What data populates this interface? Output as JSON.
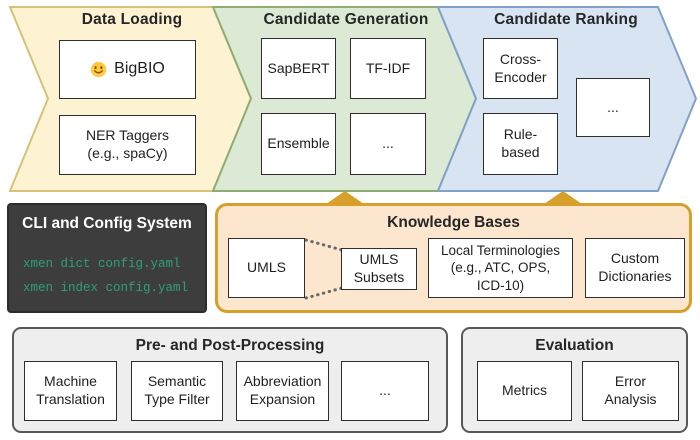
{
  "pipeline": {
    "stages": [
      {
        "title": "Data Loading",
        "fill": "#fdf2d2",
        "border": "#d9c078",
        "items": [
          {
            "label": "BigBIO",
            "icon": "hugging-face-emoji"
          },
          {
            "label": "NER Taggers\n(e.g., spaCy)"
          }
        ]
      },
      {
        "title": "Candidate Generation",
        "fill": "#dcead5",
        "border": "#8fac72",
        "items": [
          {
            "label": "SapBERT"
          },
          {
            "label": "TF-IDF"
          },
          {
            "label": "Ensemble"
          },
          {
            "label": "..."
          }
        ]
      },
      {
        "title": "Candidate Ranking",
        "fill": "#d8e4f2",
        "border": "#82a1c7",
        "items": [
          {
            "label": "Cross-\nEncoder"
          },
          {
            "label": "Rule-\nbased"
          },
          {
            "label": "..."
          }
        ]
      }
    ]
  },
  "cli_panel": {
    "title": "CLI and Config System",
    "background": "#3d3d3d",
    "command_color": "#2ea077",
    "commands": [
      "xmen dict config.yaml",
      "xmen index config.yaml"
    ]
  },
  "knowledge_bases": {
    "title": "Knowledge Bases",
    "fill": "#fce6cd",
    "border": "#d7a02b",
    "connector_color": "#d7a02b",
    "items": [
      {
        "label": "UMLS"
      },
      {
        "label": "UMLS\nSubsets"
      },
      {
        "label": "Local Terminologies\n(e.g., ATC, OPS,\nICD-10)"
      },
      {
        "label": "Custom\nDictionaries"
      }
    ]
  },
  "processing": {
    "title": "Pre- and Post-Processing",
    "items": [
      {
        "label": "Machine\nTranslation"
      },
      {
        "label": "Semantic\nType Filter"
      },
      {
        "label": "Abbreviation\nExpansion"
      },
      {
        "label": "..."
      }
    ]
  },
  "evaluation": {
    "title": "Evaluation",
    "items": [
      {
        "label": "Metrics"
      },
      {
        "label": "Error\nAnalysis"
      }
    ]
  }
}
